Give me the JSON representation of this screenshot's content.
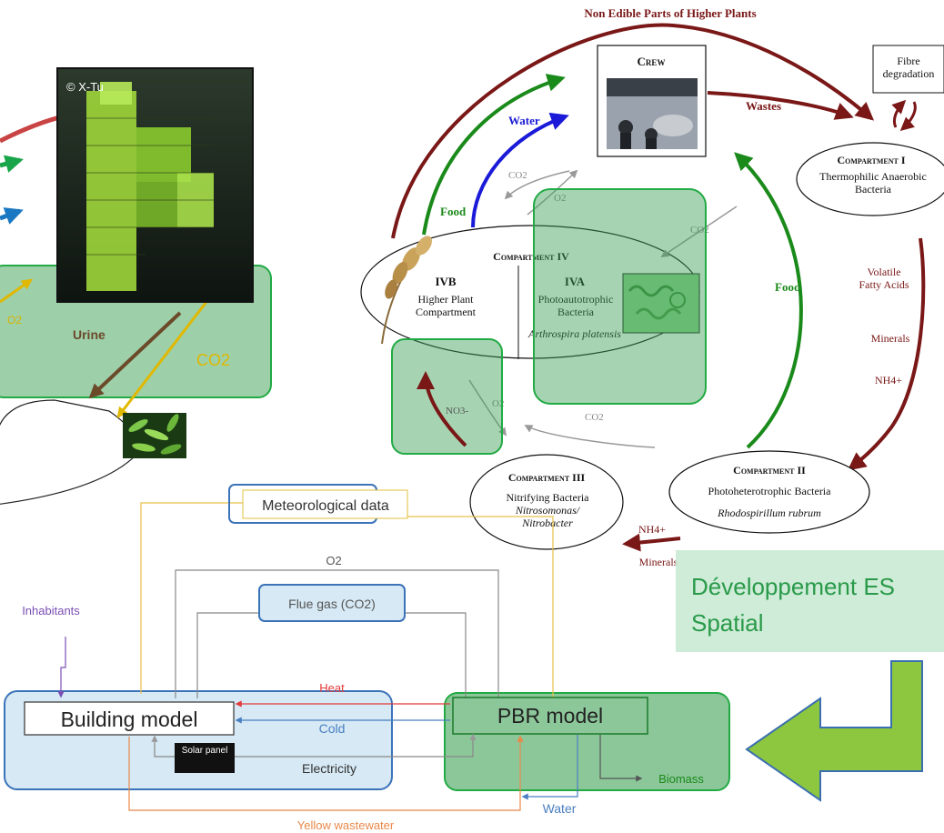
{
  "melissa": {
    "top_label": "Non Edible Parts of Higher Plants",
    "crew": "Crew",
    "fibre": "Fibre degradation",
    "wastes": "Wastes",
    "water": "Water",
    "food_left": "Food",
    "food_right": "Food",
    "co2": "CO2",
    "o2": "O2",
    "comp1_title": "Compartment I",
    "comp1_desc": "Thermophilic Anaerobic Bacteria",
    "vfa": "Volatile Fatty Acids",
    "minerals_right": "Minerals",
    "nh4": "NH4+",
    "comp4_title": "Compartment IV",
    "ivb": "IVB",
    "iva": "IVA",
    "ivb_desc": "Higher Plant Compartment",
    "iva_desc": "Photoautotrophic Bacteria",
    "iva_species": "Arthrospira platensis",
    "no3": "NO3-",
    "comp2_title": "Compartment II",
    "comp2_desc": "Photoheterotrophic Bacteria",
    "comp2_species": "Rhodospirillum rubrum",
    "comp3_title": "Compartment III",
    "comp3_desc": "Nitrifying Bacteria",
    "comp3_species": "Nitrosomonas/ Nitrobacter",
    "nh4_bottom": "NH4+",
    "minerals_bottom": "Minerals"
  },
  "building_photo": {
    "credit": "© X-Tu"
  },
  "left_diagram": {
    "o2": "O2",
    "urine": "Urine",
    "co2": "CO2"
  },
  "model": {
    "meteo": "Meteorological data",
    "o2": "O2",
    "flue_gas": "Flue gas (CO2)",
    "inhabitants": "Inhabitants",
    "heat": "Heat",
    "cold": "Cold",
    "electricity": "Electricity",
    "solar": "Solar panel",
    "building": "Building model",
    "pbr": "PBR model",
    "biomass": "Biomass",
    "water": "Water",
    "yellow_ww": "Yellow wastewater"
  },
  "callout": {
    "line1": "Développement ES",
    "line2": "Spatial"
  },
  "colors": {
    "dark_red": "#7a1717",
    "green_arrow": "#1a8a1a",
    "blue_arrow": "#1a1ad8",
    "panel_green": "#8cc79a",
    "panel_blue": "#d6e9f4",
    "lime": "#8dc63f"
  }
}
